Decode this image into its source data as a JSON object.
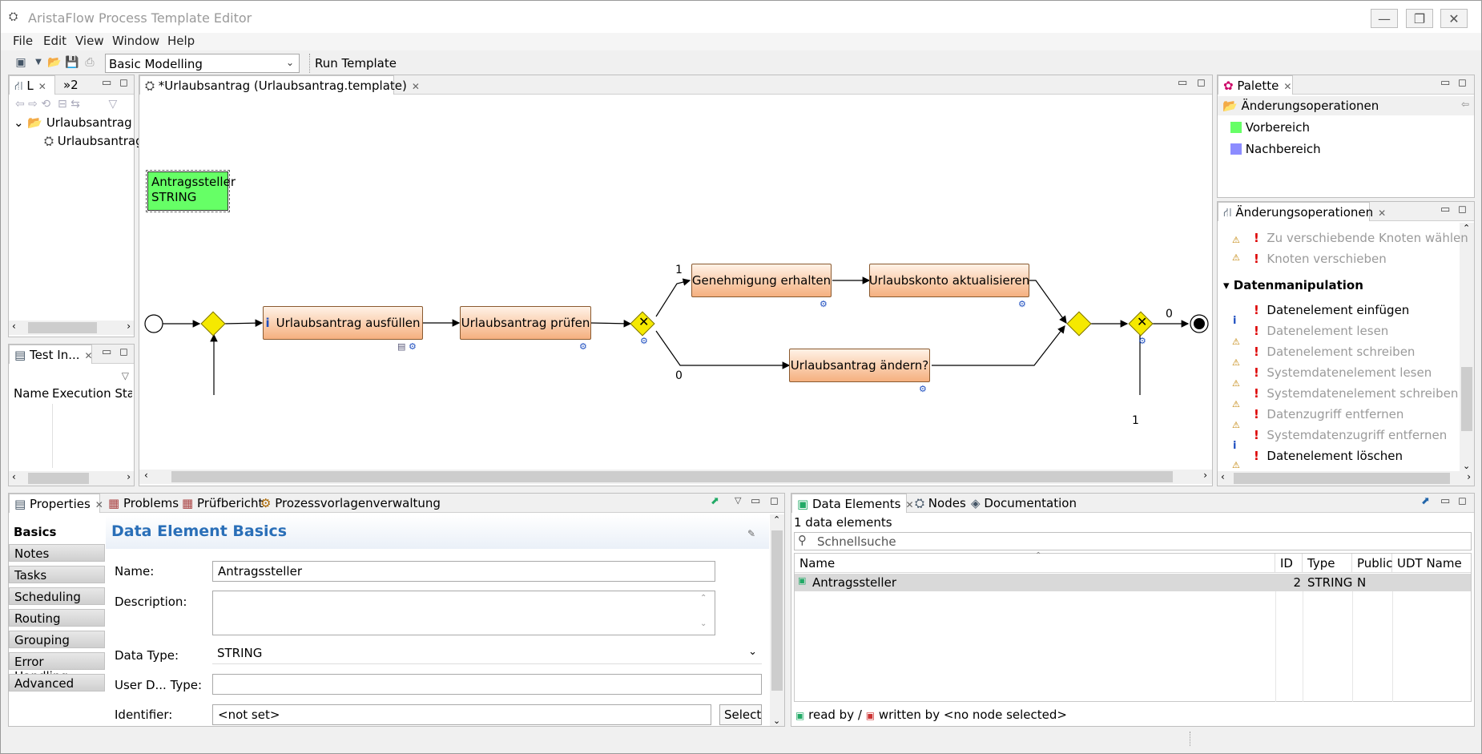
{
  "window": {
    "title": "AristaFlow Process Template Editor"
  },
  "menu": [
    "File",
    "Edit",
    "View",
    "Window",
    "Help"
  ],
  "toolbar": {
    "perspective": "Basic Modelling",
    "run_template": "Run Template"
  },
  "explorer": {
    "tab1": "L",
    "tab2": "»2",
    "tree_folder": "Urlaubsantrag",
    "tree_item": "Urlaubsantrag"
  },
  "test_instances": {
    "tab": "Test In...",
    "col_name": "Name",
    "col_status": "Execution Stat"
  },
  "editor": {
    "tab": "*Urlaubsantrag (Urlaubsantrag.template)",
    "data_element": {
      "name": "Antragssteller",
      "type": "STRING"
    },
    "nodes": {
      "n1": "Urlaubsantrag ausfüllen",
      "n2": "Urlaubsantrag prüfen",
      "n3": "Genehmigung erhalten",
      "n4": "Urlaubskonto aktualisieren",
      "n5": "Urlaubsantrag ändern?"
    },
    "edge_labels": {
      "upper": "1",
      "lower": "0",
      "loop_out": "0",
      "loop_back": "1"
    },
    "info_icon": "i"
  },
  "palette": {
    "tab": "Palette",
    "header": "Änderungsoperationen",
    "items": [
      {
        "label": "Vorbereich",
        "color": "#66ff66"
      },
      {
        "label": "Nachbereich",
        "color": "#8c8cff"
      }
    ]
  },
  "ops": {
    "tab": "Änderungsoperationen",
    "items_top": [
      "Zu verschiebende Knoten wählen",
      "Knoten verschieben"
    ],
    "section": "Datenmanipulation",
    "items": [
      {
        "label": "Datenelement einfügen",
        "enabled": true,
        "icon": "none"
      },
      {
        "label": "Datenelement lesen",
        "enabled": false,
        "icon": "info"
      },
      {
        "label": "Datenelement schreiben",
        "enabled": false,
        "icon": "warn"
      },
      {
        "label": "Systemdatenelement lesen",
        "enabled": false,
        "icon": "warn"
      },
      {
        "label": "Systemdatenelement schreiben",
        "enabled": false,
        "icon": "warn"
      },
      {
        "label": "Datenzugriff entfernen",
        "enabled": false,
        "icon": "warn"
      },
      {
        "label": "Systemdatenzugriff entfernen",
        "enabled": false,
        "icon": "warn"
      },
      {
        "label": "Datenelement löschen",
        "enabled": true,
        "icon": "info"
      }
    ]
  },
  "properties": {
    "tabs": [
      "Properties",
      "Problems",
      "Prüfbericht",
      "Prozessvorlagenverwaltung"
    ],
    "side": [
      "Basics",
      "Notes",
      "Tasks",
      "Scheduling",
      "Routing",
      "Grouping",
      "Error Handling",
      "Advanced"
    ],
    "heading": "Data Element Basics",
    "labels": {
      "name": "Name:",
      "description": "Description:",
      "data_type": "Data Type:",
      "udt": "User D... Type:",
      "identifier": "Identifier:"
    },
    "values": {
      "name": "Antragssteller",
      "description": "",
      "data_type": "STRING",
      "udt": "",
      "identifier": "<not set>"
    },
    "select_button": "Select"
  },
  "data_elements": {
    "tabs": [
      "Data Elements",
      "Nodes",
      "Documentation"
    ],
    "count": "1 data elements",
    "search_placeholder": "Schnellsuche",
    "columns": [
      "Name",
      "ID",
      "Type",
      "Public",
      "UDT Name"
    ],
    "rows": [
      {
        "name": "Antragssteller",
        "id": "2",
        "type": "STRING",
        "public": "N",
        "udt": ""
      }
    ],
    "footer": {
      "read_by": "read by /",
      "written_by": "written by",
      "status": "<no node selected>"
    }
  }
}
